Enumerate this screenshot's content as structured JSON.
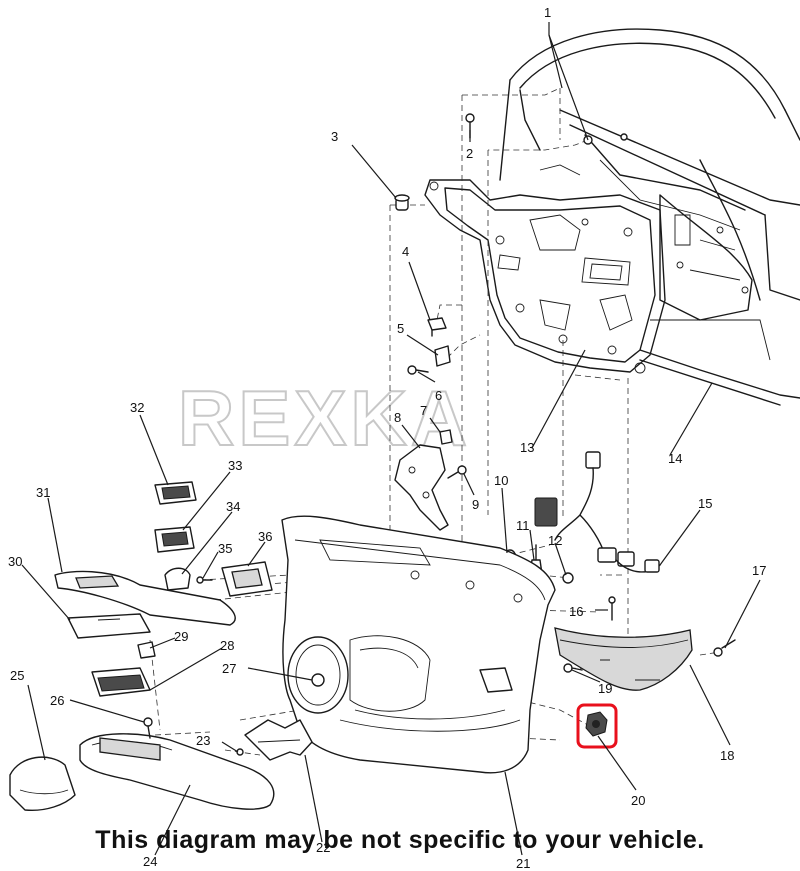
{
  "watermark": "REXKA",
  "disclaimer": "This diagram may be not specific to your vehicle.",
  "highlight_color": "#e8101c",
  "highlighted_callout": "20",
  "callouts": [
    "1",
    "2",
    "3",
    "4",
    "5",
    "6",
    "7",
    "8",
    "9",
    "10",
    "11",
    "12",
    "13",
    "14",
    "15",
    "16",
    "17",
    "18",
    "19",
    "20",
    "21",
    "22",
    "23",
    "24",
    "25",
    "26",
    "27",
    "28",
    "29",
    "30",
    "31",
    "32",
    "33",
    "34",
    "35",
    "36"
  ]
}
